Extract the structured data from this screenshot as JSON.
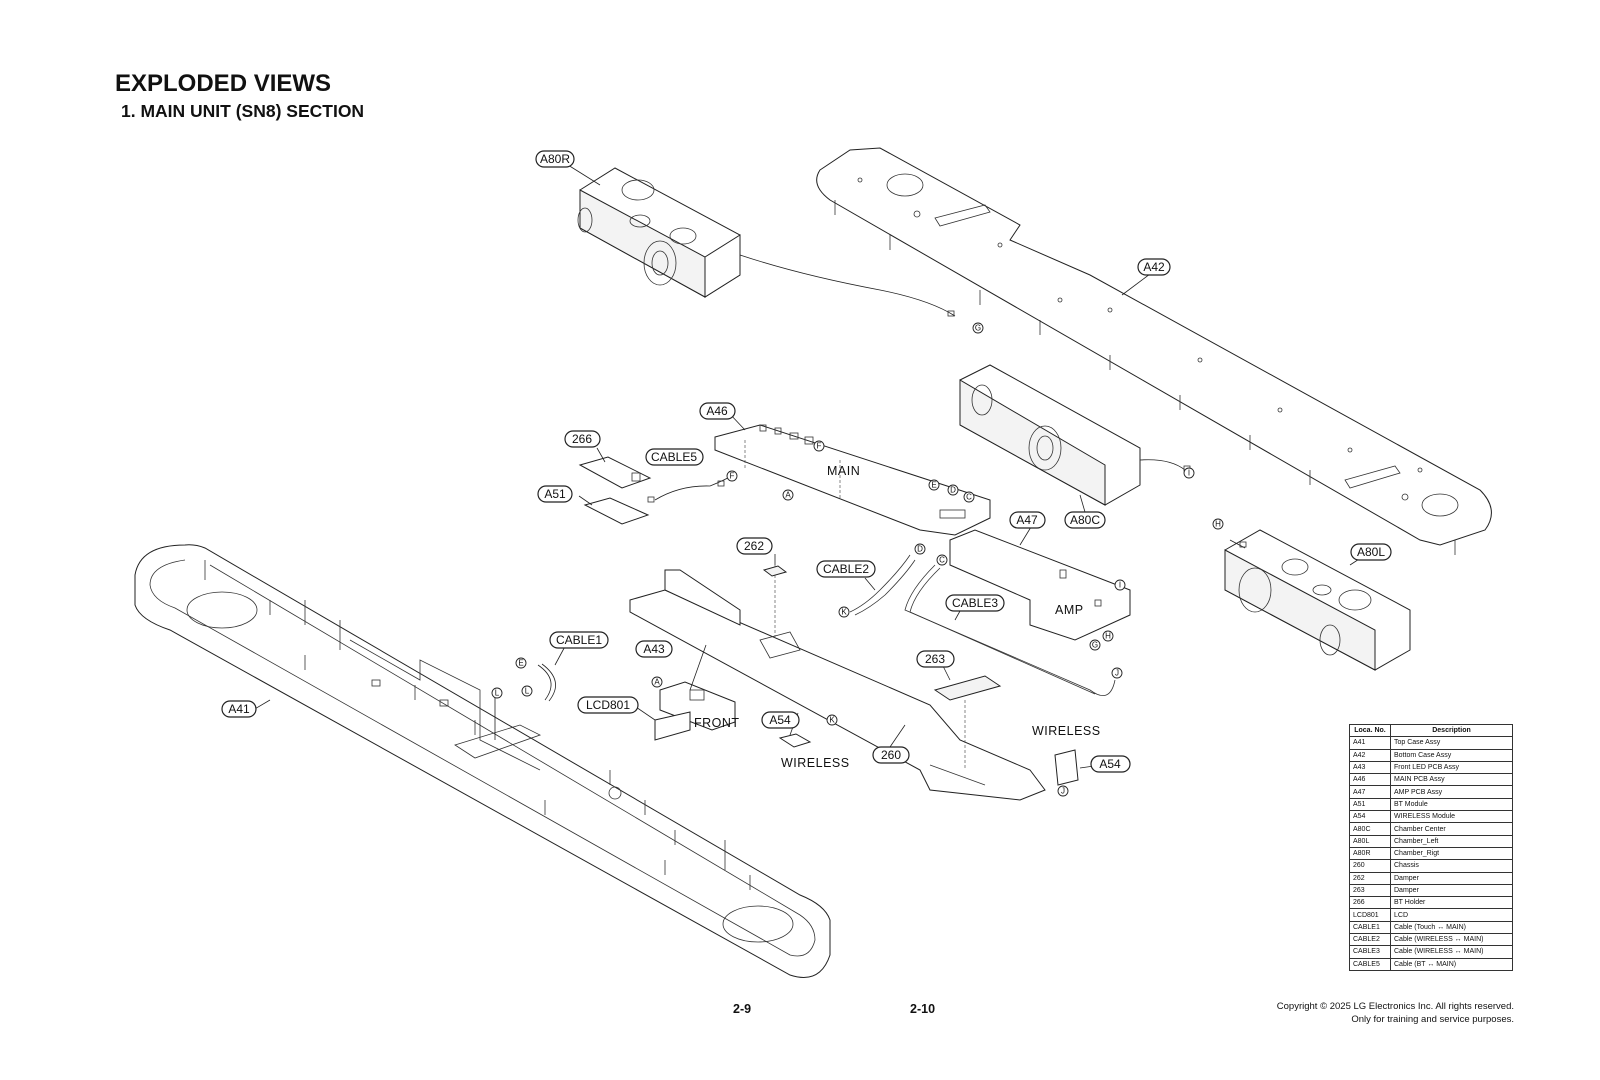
{
  "header": {
    "title": "EXPLODED VIEWS",
    "subtitle": "1. MAIN UNIT (SN8) SECTION"
  },
  "callouts": {
    "a80r": "A80R",
    "a42": "A42",
    "a46": "A46",
    "a266": "266",
    "cable5": "CABLE5",
    "a51": "A51",
    "a80c": "A80C",
    "a47": "A47",
    "a80l": "A80L",
    "a262": "262",
    "cable2": "CABLE2",
    "cable3": "CABLE3",
    "cable1": "CABLE1",
    "a43": "A43",
    "lcd801": "LCD801",
    "a263": "263",
    "a54_left": "A54",
    "a260": "260",
    "a54_right": "A54",
    "a41": "A41"
  },
  "board_labels": {
    "main": "MAIN",
    "amp": "AMP",
    "front": "FRONT",
    "wireless_left": "WIRELESS",
    "wireless_right": "WIRELESS"
  },
  "connectors": {
    "g_top": "G",
    "i_right": "I",
    "f_main": "F",
    "f_cable5": "F",
    "a_main": "A",
    "e_main": "E",
    "d_main": "D",
    "c_main": "C",
    "h_l": "H",
    "d_c2": "D",
    "c_c3": "C",
    "k_c2": "K",
    "i_amp": "I",
    "h_amp": "H",
    "g_amp": "G",
    "e_c1": "E",
    "l_c1": "L",
    "l_top": "L",
    "a_front": "A",
    "k_a54": "K",
    "j_c3": "J",
    "j_a54": "J"
  },
  "parts_table": {
    "headers": [
      "Loca. No.",
      "Description"
    ],
    "rows": [
      [
        "A41",
        "Top Case Assy"
      ],
      [
        "A42",
        "Bottom Case Assy"
      ],
      [
        "A43",
        "Front LED PCB Assy"
      ],
      [
        "A46",
        "MAIN PCB Assy"
      ],
      [
        "A47",
        "AMP PCB Assy"
      ],
      [
        "A51",
        "BT Module"
      ],
      [
        "A54",
        "WIRELESS Module"
      ],
      [
        "A80C",
        "Chamber Center"
      ],
      [
        "A80L",
        "Chamber_Left"
      ],
      [
        "A80R",
        "Chamber_Rigt"
      ],
      [
        "260",
        "Chassis"
      ],
      [
        "262",
        "Damper"
      ],
      [
        "263",
        "Damper"
      ],
      [
        "266",
        "BT Holder"
      ],
      [
        "LCD801",
        "LCD"
      ],
      [
        "CABLE1",
        "Cable (Touch ↔ MAIN)"
      ],
      [
        "CABLE2",
        "Cable (WIRELESS ↔ MAIN)"
      ],
      [
        "CABLE3",
        "Cable (WIRELESS ↔ MAIN)"
      ],
      [
        "CABLE5",
        "Cable (BT ↔ MAIN)"
      ]
    ]
  },
  "footer": {
    "page_left": "2-9",
    "page_right": "2-10",
    "copyright": "Copyright © 2025 LG Electronics Inc. All rights reserved.",
    "notice": "Only for training and service purposes."
  }
}
